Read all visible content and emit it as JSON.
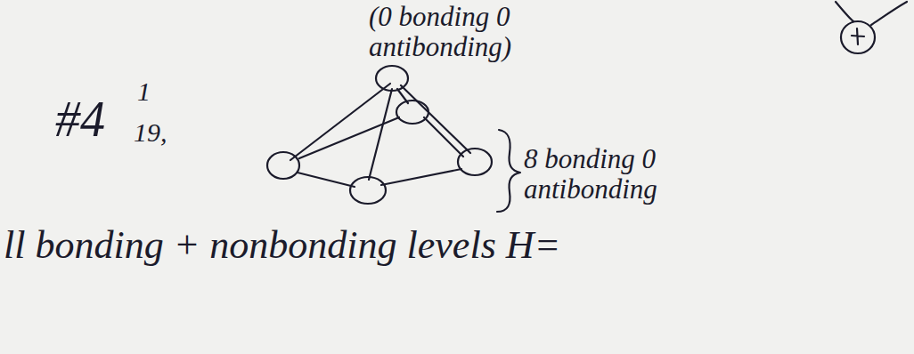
{
  "diagram": {
    "labels": [
      "(0 bonding 0 antibonding)",
      "#4",
      "1",
      "19,",
      "8 bonding 0 antibonding",
      "ll bonding + nonbonding levels H="
    ]
  }
}
